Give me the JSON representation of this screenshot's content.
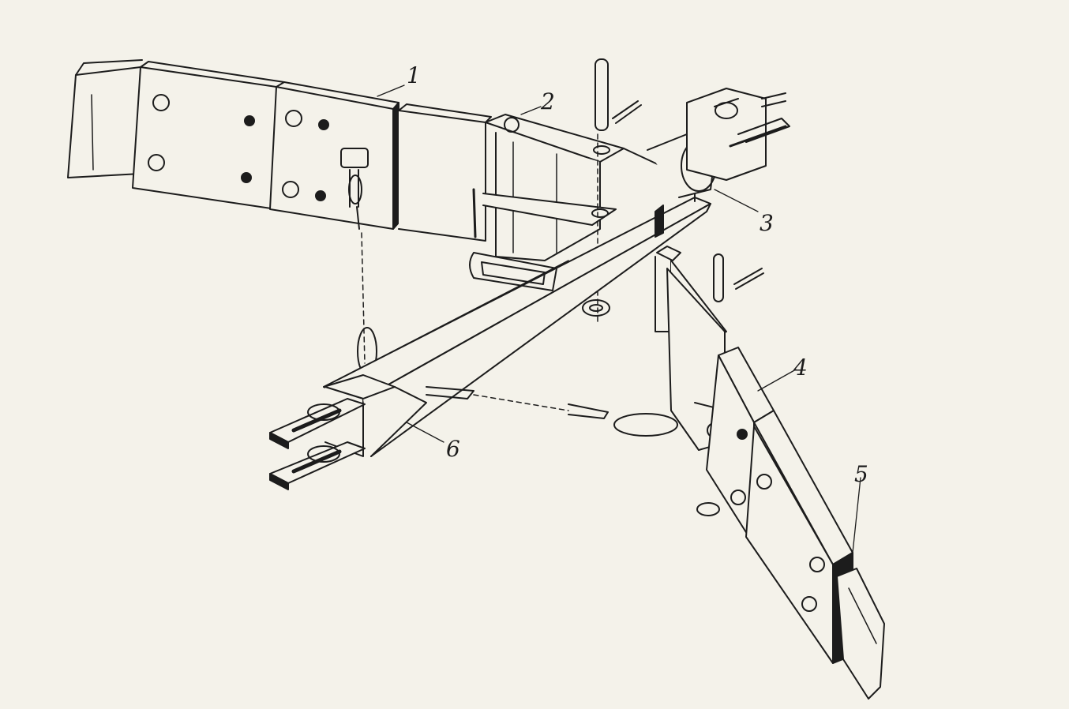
{
  "figure": {
    "callouts": [
      {
        "id": "part-1",
        "label": "1"
      },
      {
        "id": "part-2",
        "label": "2"
      },
      {
        "id": "part-3",
        "label": "3"
      },
      {
        "id": "part-4",
        "label": "4"
      },
      {
        "id": "part-5",
        "label": "5"
      },
      {
        "id": "part-6",
        "label": "6"
      }
    ],
    "colors": {
      "paper": "#f4f2ea",
      "ink": "#1c1c1c"
    }
  }
}
